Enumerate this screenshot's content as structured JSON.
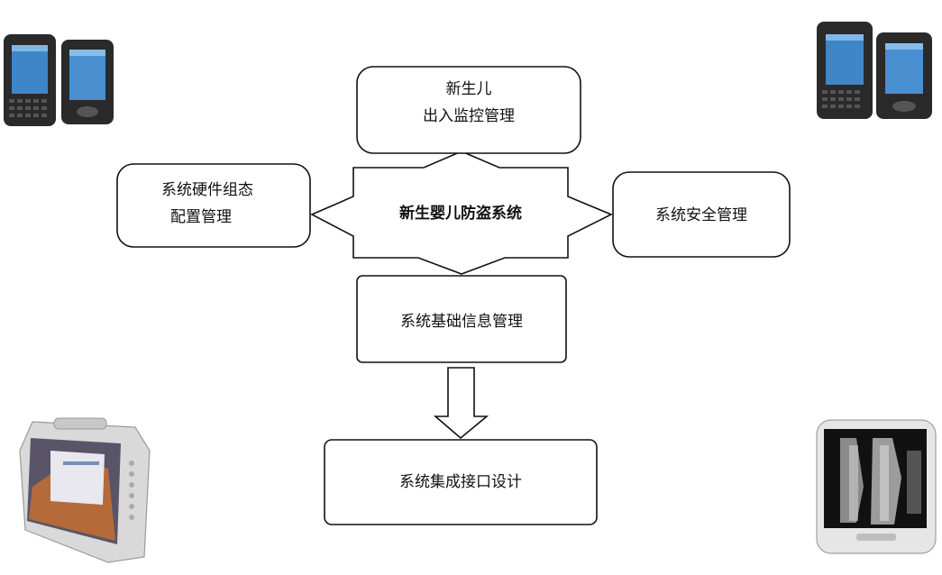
{
  "diagram": {
    "center": {
      "label": "新生婴儿防盗系统"
    },
    "top": {
      "line1": "新生儿",
      "line2": "出入监控管理"
    },
    "left": {
      "line1": "系统硬件组态",
      "line2": "配置管理"
    },
    "right": {
      "label": "系统安全管理"
    },
    "bottom": {
      "label": "系统基础信息管理"
    },
    "output": {
      "label": "系统集成接口设计"
    }
  },
  "devices": {
    "top_left": "handheld-pda-pair",
    "top_right": "handheld-pda-pair",
    "bottom_left": "rugged-tablet",
    "bottom_right": "medical-display-panel"
  },
  "colors": {
    "stroke": "#111111",
    "fill": "#ffffff",
    "device_dark": "#2a2a2a"
  }
}
